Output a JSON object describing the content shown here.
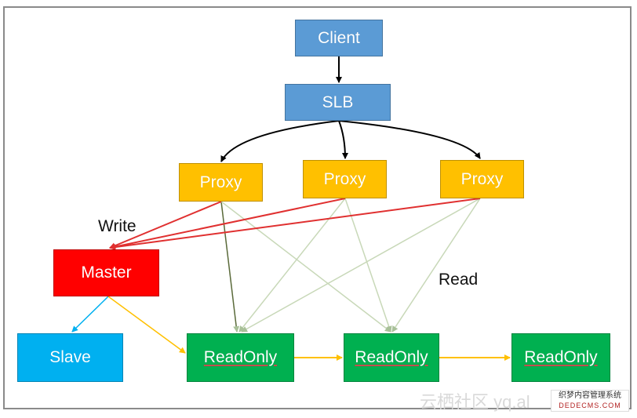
{
  "nodes": {
    "client": "Client",
    "slb": "SLB",
    "proxy": [
      "Proxy",
      "Proxy",
      "Proxy"
    ],
    "master": "Master",
    "slave": "Slave",
    "readonly": [
      "ReadOnly",
      "ReadOnly",
      "ReadOnly"
    ]
  },
  "labels": {
    "write": "Write",
    "read": "Read"
  },
  "watermark": {
    "site": "云栖社区 yq.al",
    "corner_line1": "织梦内容管理系统",
    "corner_line2": "DEDECMS.COM"
  },
  "colors": {
    "client_slb": "#5b9bd5",
    "proxy": "#ffc000",
    "master": "#ff0000",
    "slave": "#00b0f0",
    "readonly": "#00b050",
    "write_edge": "#e03030",
    "read_edge": "#c8d8b8",
    "replication_edge": "#ffc000"
  }
}
